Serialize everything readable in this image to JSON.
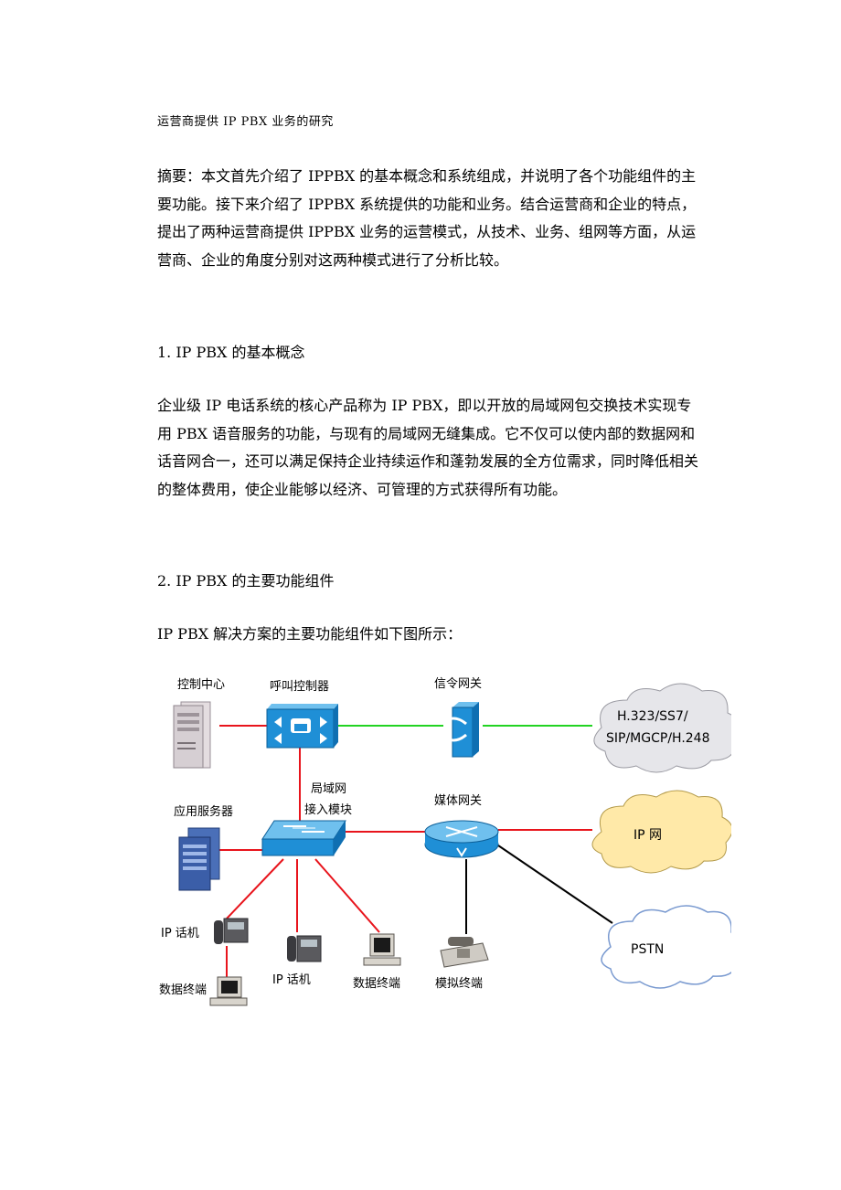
{
  "doc_title": "运营商提供 IP PBX 业务的研究",
  "abstract": "摘要：本文首先介绍了 IPPBX 的基本概念和系统组成，并说明了各个功能组件的主要功能。接下来介绍了 IPPBX 系统提供的功能和业务。结合运营商和企业的特点，提出了两种运营商提供 IPPBX 业务的运营模式，从技术、业务、组网等方面，从运营商、企业的角度分别对这两种模式进行了分析比较。",
  "section1": {
    "heading": "1.  IP PBX 的基本概念",
    "body": "企业级 IP 电话系统的核心产品称为 IP PBX，即以开放的局域网包交换技术实现专用 PBX 语音服务的功能，与现有的局域网无缝集成。它不仅可以使内部的数据网和话音网合一，还可以满足保持企业持续运作和蓬勃发展的全方位需求，同时降低相关的整体费用，使企业能够以经济、可管理的方式获得所有功能。"
  },
  "section2": {
    "heading": "2.  IP PBX 的主要功能组件",
    "intro": "IP PBX 解决方案的主要功能组件如下图所示："
  },
  "diagram": {
    "labels": {
      "control_center": "控制中心",
      "call_controller": "呼叫控制器",
      "signaling_gateway": "信令网关",
      "app_server": "应用服务器",
      "lan_access_line1": "局域网",
      "lan_access_line2": "接入模块",
      "media_gateway": "媒体网关",
      "ip_phone_1": "IP 话机",
      "data_terminal_1": "数据终端",
      "ip_phone_2": "IP 话机",
      "data_terminal_2": "数据终端",
      "analog_terminal": "模拟终端"
    },
    "clouds": {
      "signaling_line1": "H.323/SS7/",
      "signaling_line2": "SIP/MGCP/H.248",
      "ip_network": "IP 网",
      "pstn": "PSTN"
    },
    "colors": {
      "red_link": "#e8141c",
      "green_link": "#22d322",
      "black_link": "#000000",
      "device_blue": "#1f8fd6",
      "cloud_fill": "#ffe9a8"
    },
    "icons": [
      "server-icon",
      "call-controller-icon",
      "signaling-gateway-icon",
      "app-server-icon",
      "switch-icon",
      "router-icon",
      "ip-phone-icon",
      "computer-icon",
      "analog-phone-icon",
      "cloud-icon"
    ]
  }
}
